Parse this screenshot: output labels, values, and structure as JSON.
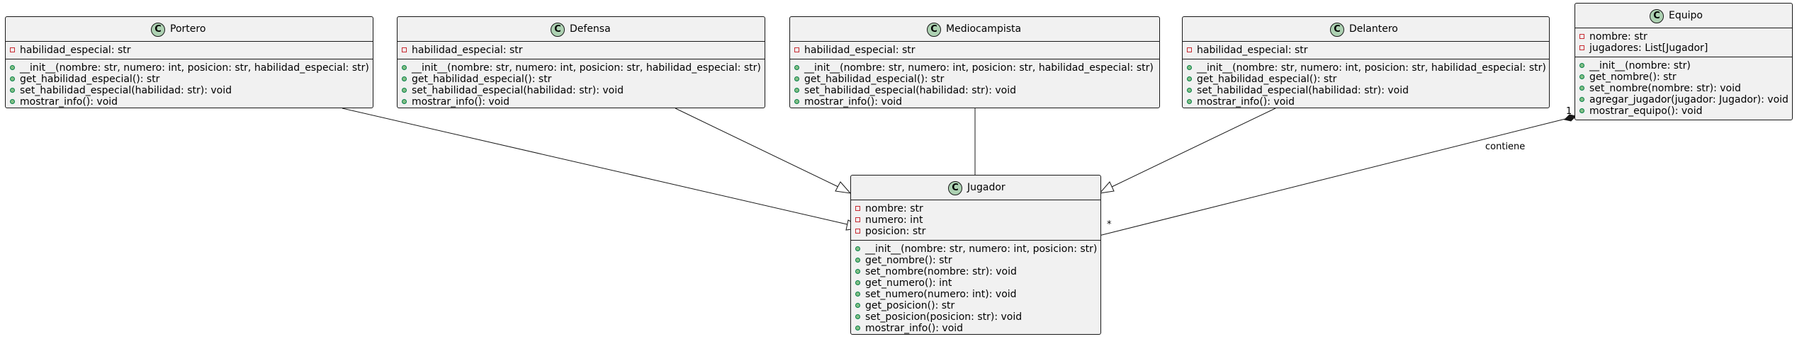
{
  "classes": {
    "portero": {
      "stereotype": "C",
      "name": "Portero",
      "attributes": [
        {
          "vis": "-",
          "text": "habilidad_especial: str"
        }
      ],
      "methods": [
        {
          "vis": "+",
          "text": "__init__(nombre: str, numero: int, posicion: str, habilidad_especial: str)"
        },
        {
          "vis": "+",
          "text": "get_habilidad_especial(): str"
        },
        {
          "vis": "+",
          "text": "set_habilidad_especial(habilidad: str): void"
        },
        {
          "vis": "+",
          "text": "mostrar_info(): void"
        }
      ]
    },
    "defensa": {
      "stereotype": "C",
      "name": "Defensa",
      "attributes": [
        {
          "vis": "-",
          "text": "habilidad_especial: str"
        }
      ],
      "methods": [
        {
          "vis": "+",
          "text": "__init__(nombre: str, numero: int, posicion: str, habilidad_especial: str)"
        },
        {
          "vis": "+",
          "text": "get_habilidad_especial(): str"
        },
        {
          "vis": "+",
          "text": "set_habilidad_especial(habilidad: str): void"
        },
        {
          "vis": "+",
          "text": "mostrar_info(): void"
        }
      ]
    },
    "mediocampista": {
      "stereotype": "C",
      "name": "Mediocampista",
      "attributes": [
        {
          "vis": "-",
          "text": "habilidad_especial: str"
        }
      ],
      "methods": [
        {
          "vis": "+",
          "text": "__init__(nombre: str, numero: int, posicion: str, habilidad_especial: str)"
        },
        {
          "vis": "+",
          "text": "get_habilidad_especial(): str"
        },
        {
          "vis": "+",
          "text": "set_habilidad_especial(habilidad: str): void"
        },
        {
          "vis": "+",
          "text": "mostrar_info(): void"
        }
      ]
    },
    "delantero": {
      "stereotype": "C",
      "name": "Delantero",
      "attributes": [
        {
          "vis": "-",
          "text": "habilidad_especial: str"
        }
      ],
      "methods": [
        {
          "vis": "+",
          "text": "__init__(nombre: str, numero: int, posicion: str, habilidad_especial: str)"
        },
        {
          "vis": "+",
          "text": "get_habilidad_especial(): str"
        },
        {
          "vis": "+",
          "text": "set_habilidad_especial(habilidad: str): void"
        },
        {
          "vis": "+",
          "text": "mostrar_info(): void"
        }
      ]
    },
    "equipo": {
      "stereotype": "C",
      "name": "Equipo",
      "attributes": [
        {
          "vis": "-",
          "text": "nombre: str"
        },
        {
          "vis": "-",
          "text": "jugadores: List[Jugador]"
        }
      ],
      "methods": [
        {
          "vis": "+",
          "text": "__init__(nombre: str)"
        },
        {
          "vis": "+",
          "text": "get_nombre(): str"
        },
        {
          "vis": "+",
          "text": "set_nombre(nombre: str): void"
        },
        {
          "vis": "+",
          "text": "agregar_jugador(jugador: Jugador): void"
        },
        {
          "vis": "+",
          "text": "mostrar_equipo(): void"
        }
      ]
    },
    "jugador": {
      "stereotype": "C",
      "name": "Jugador",
      "attributes": [
        {
          "vis": "-",
          "text": "nombre: str"
        },
        {
          "vis": "-",
          "text": "numero: int"
        },
        {
          "vis": "-",
          "text": "posicion: str"
        }
      ],
      "methods": [
        {
          "vis": "+",
          "text": "__init__(nombre: str, numero: int, posicion: str)"
        },
        {
          "vis": "+",
          "text": "get_nombre(): str"
        },
        {
          "vis": "+",
          "text": "set_nombre(nombre: str): void"
        },
        {
          "vis": "+",
          "text": "get_numero(): int"
        },
        {
          "vis": "+",
          "text": "set_numero(numero: int): void"
        },
        {
          "vis": "+",
          "text": "get_posicion(): str"
        },
        {
          "vis": "+",
          "text": "set_posicion(posicion: str): void"
        },
        {
          "vis": "+",
          "text": "mostrar_info(): void"
        }
      ]
    }
  },
  "relations": {
    "association": {
      "label": "contiene",
      "source_multiplicity": "1",
      "target_multiplicity": "*"
    }
  },
  "colors": {
    "class_fill": "#f1f1f1",
    "border": "#181818",
    "badge_fill": "#add1b2",
    "private_marker": "#c82930",
    "public_marker": "#84be84"
  }
}
